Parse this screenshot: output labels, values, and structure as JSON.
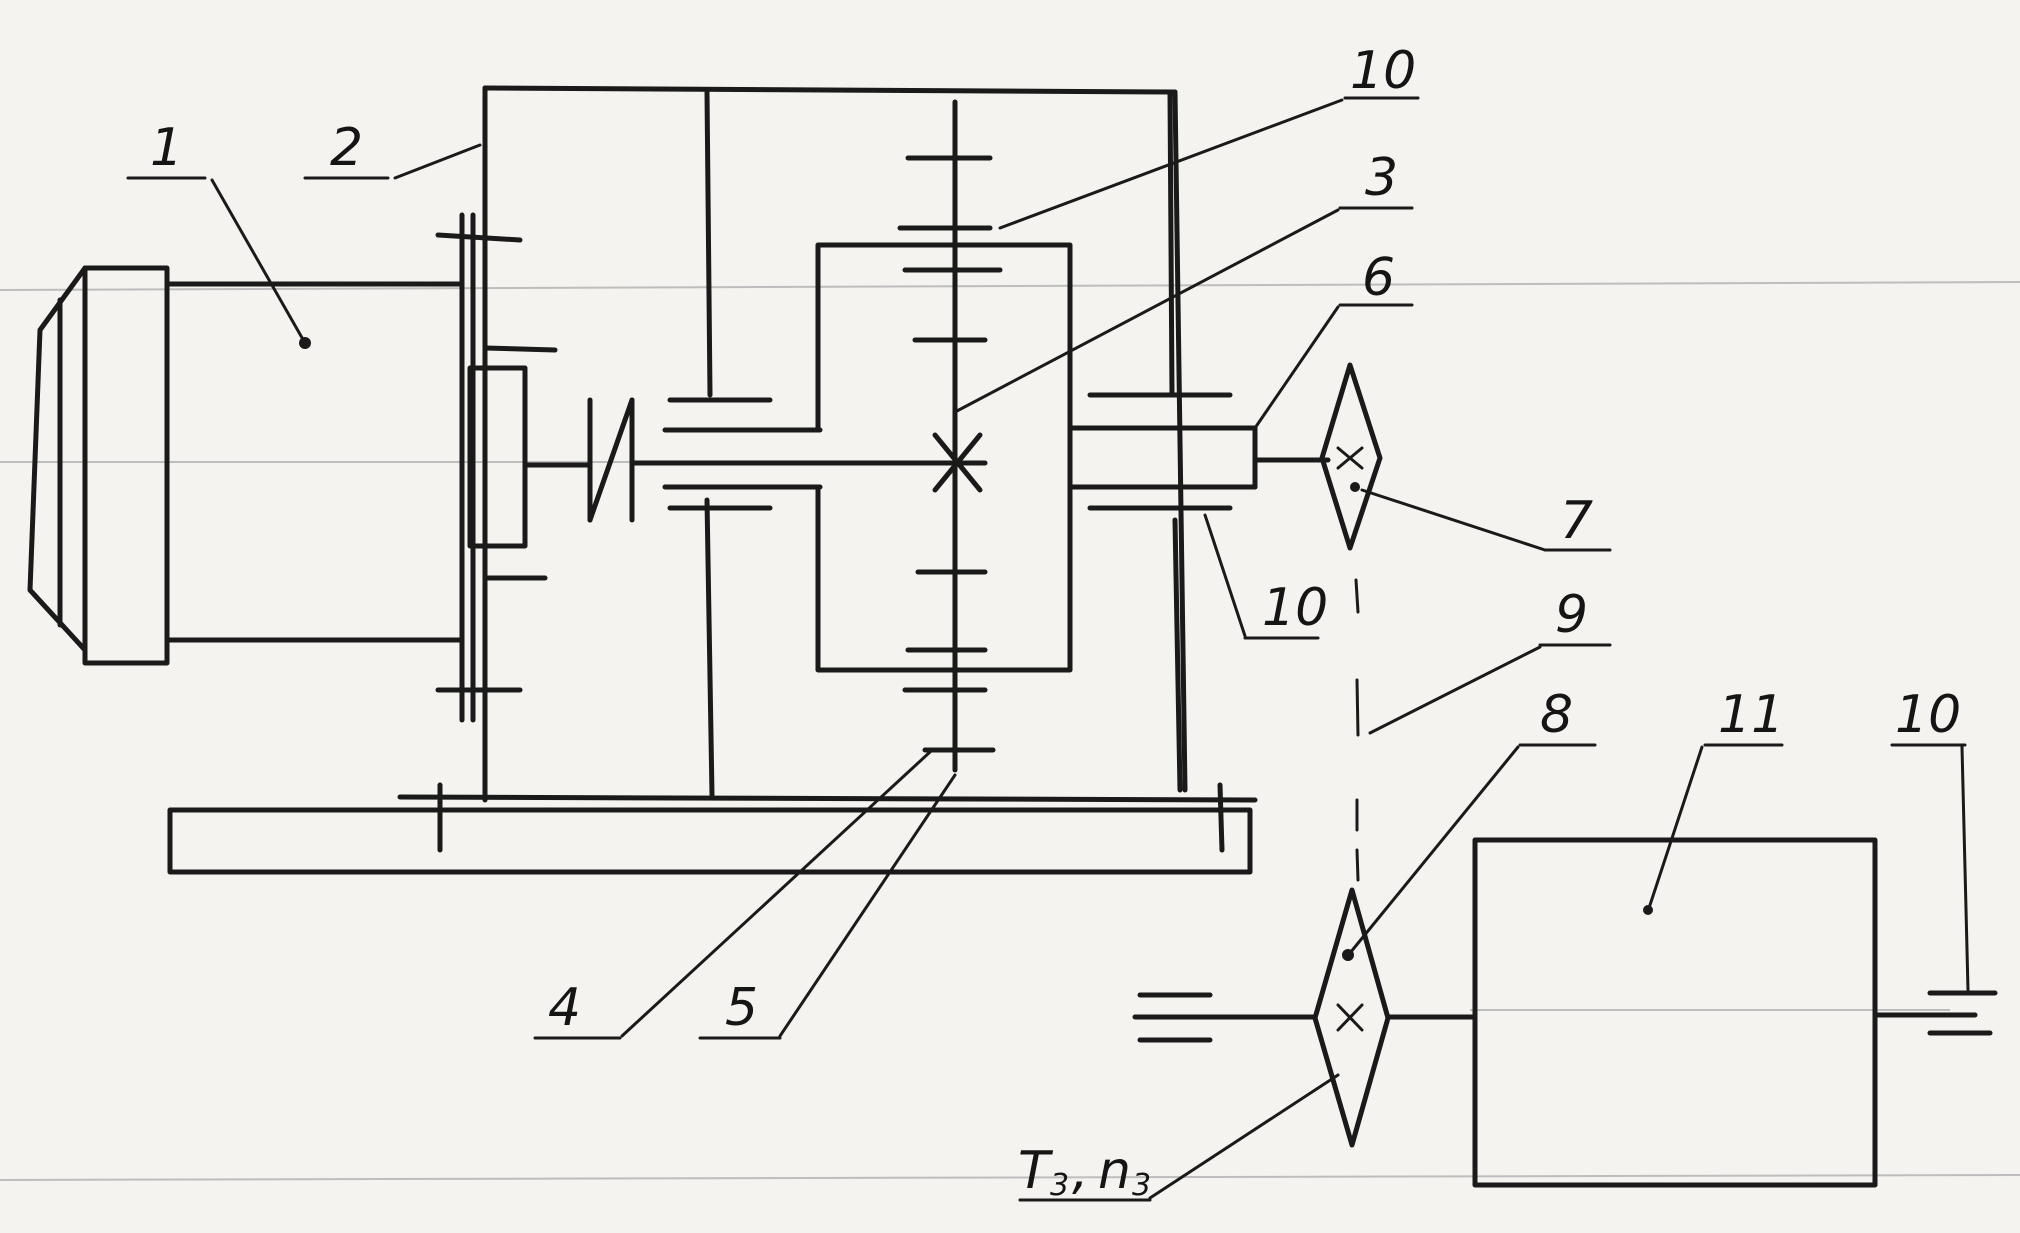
{
  "labels": {
    "motor": "1",
    "housing": "2",
    "gear_center": "3",
    "bearing_4": "4",
    "bearing_5": "5",
    "output_shaft": "6",
    "sprocket_drive": "7",
    "sprocket_driven": "8",
    "chain": "9",
    "bearing_top": "10",
    "bearing_right": "10",
    "bearing_far": "10",
    "drum": "11"
  },
  "torque_label": {
    "t": "T",
    "n": "n",
    "sub": "3",
    "sep": ","
  }
}
